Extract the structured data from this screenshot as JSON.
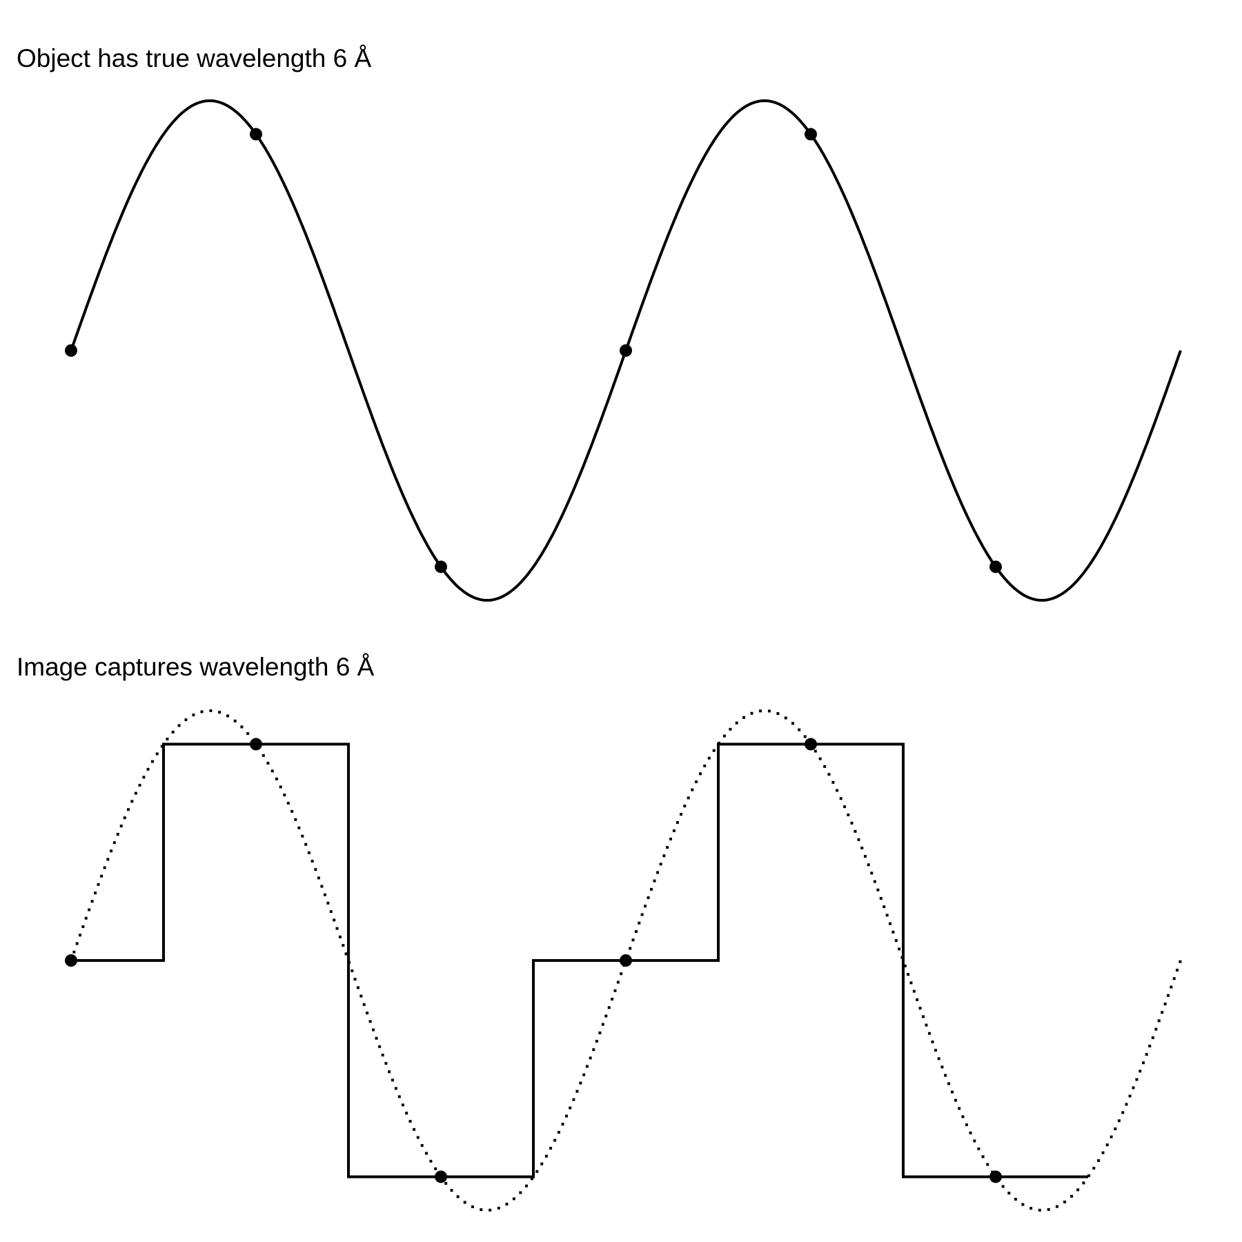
{
  "panels": {
    "top": {
      "title": "Object has true wavelength 6 Å"
    },
    "bottom": {
      "title": "Image captures wavelength 6 Å"
    }
  },
  "colors": {
    "line": "#000000",
    "background": "#ffffff"
  },
  "chart_data": [
    {
      "type": "line",
      "title": "Object has true wavelength 6 Å",
      "description": "Continuous sine wave with wavelength 6 Å sampled every 2 Å (black dots)",
      "x_unit": "Å",
      "wavelength": 6,
      "sample_spacing": 2,
      "series": [
        {
          "name": "true object (sine)",
          "style": "solid",
          "x_range": [
            0,
            12
          ]
        },
        {
          "name": "sample points",
          "style": "markers",
          "x": [
            0,
            2,
            4,
            6,
            8,
            10
          ],
          "y": [
            0,
            0.866,
            -0.866,
            0,
            0.866,
            -0.866
          ]
        }
      ]
    },
    {
      "type": "line",
      "title": "Image captures wavelength 6 Å",
      "description": "Step (sample-and-hold) reconstruction of the sampled sine, with the original sine as dotted overlay",
      "x_unit": "Å",
      "wavelength": 6,
      "sample_spacing": 2,
      "series": [
        {
          "name": "original sine",
          "style": "dotted",
          "x_range": [
            0,
            12
          ]
        },
        {
          "name": "pixelated image",
          "style": "step",
          "x": [
            0,
            2,
            4,
            6,
            8,
            10
          ],
          "y": [
            0,
            0.866,
            -0.866,
            0,
            0.866,
            -0.866
          ]
        },
        {
          "name": "sample points",
          "style": "markers",
          "x": [
            0,
            2,
            4,
            6,
            8,
            10
          ],
          "y": [
            0,
            0.866,
            -0.866,
            0,
            0.866,
            -0.866
          ]
        }
      ]
    }
  ]
}
